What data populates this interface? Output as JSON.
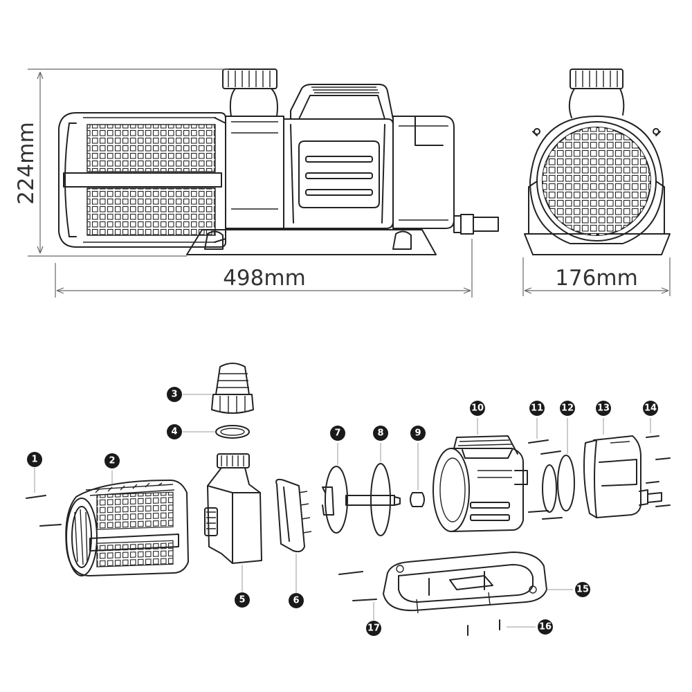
{
  "dimensions": {
    "height": "224mm",
    "length": "498mm",
    "width": "176mm"
  },
  "parts": [
    "1",
    "2",
    "3",
    "4",
    "5",
    "6",
    "7",
    "8",
    "9",
    "10",
    "11",
    "12",
    "13",
    "14",
    "15",
    "16",
    "17"
  ],
  "colors": {
    "line": "#222222",
    "dimension": "#666666",
    "badge": "#1a1a1a",
    "background": "#ffffff"
  }
}
